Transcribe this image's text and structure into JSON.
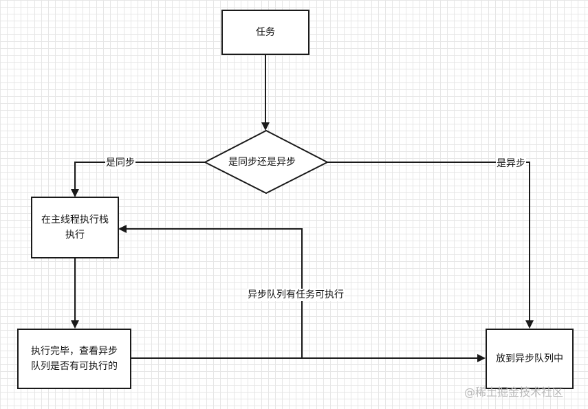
{
  "nodes": {
    "task": "任务",
    "decision": "是同步还是异步",
    "main_stack": "在主线程执行栈执行",
    "check_queue": "执行完毕，查看异步队列是否有可执行的",
    "async_queue": "放到异步队列中"
  },
  "edge_labels": {
    "sync": "是同步",
    "async": "是异步",
    "queue_has_task": "异步队列有任务可执行"
  },
  "watermark": "@稀土掘金技术社区",
  "colors": {
    "stroke": "#1a1a1a",
    "grid": "#e6e6e6",
    "watermark": "#b8b8b8"
  }
}
